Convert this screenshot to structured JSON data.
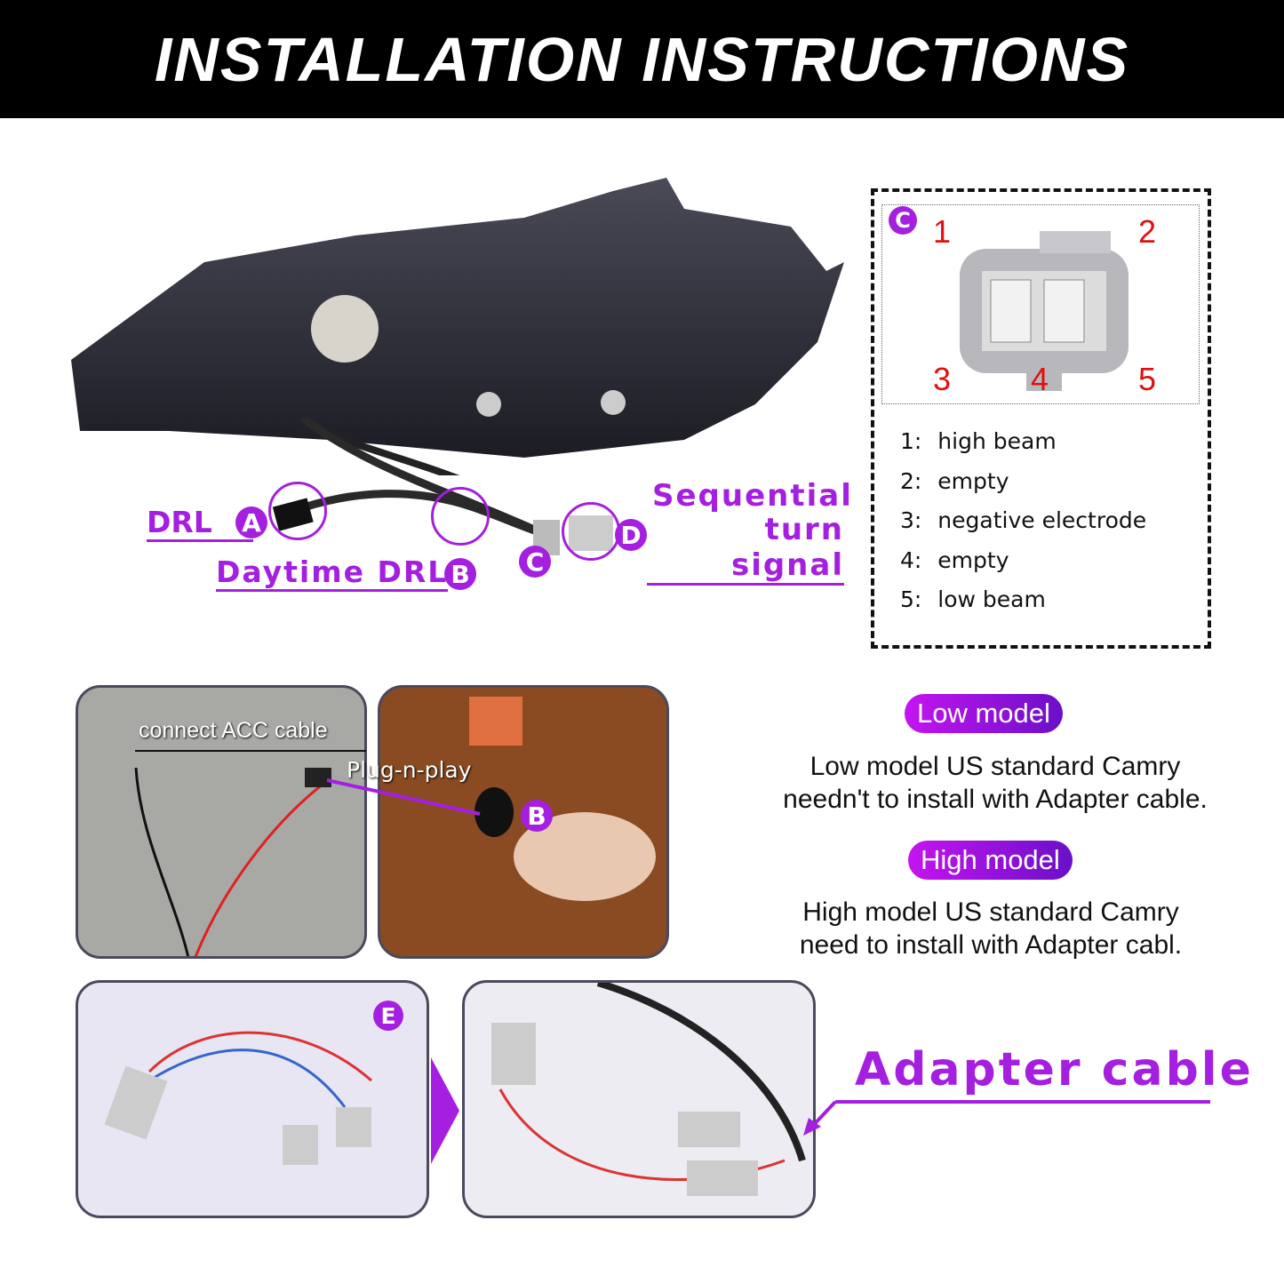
{
  "title": "INSTALLATION INSTRUCTIONS",
  "headlamp_labels": {
    "drl": "DRL",
    "a": "A",
    "daytime_drl": "Daytime DRL",
    "b": "B",
    "c": "C",
    "d": "D",
    "sequential_1": "Sequential",
    "sequential_2": "turn signal"
  },
  "connector": {
    "badge": "C",
    "pins": [
      "1",
      "2",
      "3",
      "4",
      "5"
    ]
  },
  "pin_list": [
    {
      "num": "1:",
      "label": "high beam"
    },
    {
      "num": "2:",
      "label": "empty"
    },
    {
      "num": "3:",
      "label": "negative electrode"
    },
    {
      "num": "4:",
      "label": "empty"
    },
    {
      "num": "5:",
      "label": "low beam"
    }
  ],
  "photos": {
    "acc_label": "connect ACC cable",
    "plug_label": "Plug-n-play",
    "b": "B",
    "e": "E"
  },
  "models": [
    {
      "pill": "Low model",
      "line1": "Low model US standard Camry",
      "line2": "needn't to install with Adapter cable."
    },
    {
      "pill": "High model",
      "line1": "High model US standard Camry",
      "line2": "need to install  with Adapter cabl."
    }
  ],
  "adapter_label": "Adapter cable",
  "colors": {
    "accent": "#a51fe0",
    "pin_numbers": "#e01010"
  }
}
